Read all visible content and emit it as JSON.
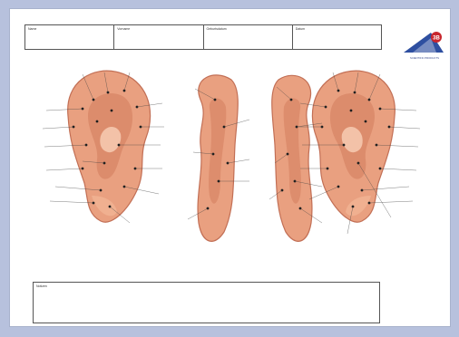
{
  "header_fields": [
    "Name",
    "Vorname",
    "Geburtsdatum",
    "Datum"
  ],
  "logo": {
    "brand": "3B",
    "tagline": "SCIENTIFIC PRODUCTS"
  },
  "notes": {
    "label": "Notizen"
  },
  "colors": {
    "frame": "#b7c1dd",
    "skin": "#e9a080",
    "skin_shadow": "#c26f55",
    "point": "#1a1a1a",
    "logo_blue": "#2e4fa0",
    "logo_red": "#c8262d"
  }
}
